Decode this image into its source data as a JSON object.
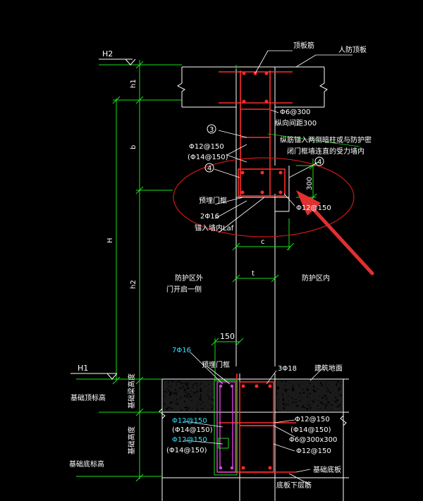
{
  "labels": {
    "H2": "H2",
    "H1": "H1",
    "top_plate": "顶板筋",
    "civil_defense_top": "人防顶板",
    "h1": "h1",
    "b": "b",
    "H": "H",
    "h2": "h2",
    "c": "c",
    "t": "t",
    "dim_150": "150",
    "dim_300": "300",
    "tie_300": "Φ6@300",
    "long_spacing": "纵向间距300",
    "circle3": "3",
    "circle4": "4",
    "circle4b": "4",
    "note_anchor_1": "纵筋锚入两侧暗柱或与防护密",
    "note_anchor_2": "闭门框墙连直的受力墙内",
    "phi12_150_a": "Φ12@150",
    "phi14_150_a": "(Φ14@150)",
    "phi12_150_b": "Φ12@150",
    "embedded_frame": "预埋门框",
    "two_phi16": "2Φ16",
    "anchor_lai": "锚入墙内Laf",
    "outside_zone": "防护区外",
    "door_side": "门开启一侧",
    "inside_zone": "防护区内",
    "seven_phi16": "7Φ16",
    "embedded_frame_2": "预埋门框",
    "three_phi18": "3Φ18",
    "floor_finish": "建筑地面",
    "found_top": "基础顶标高",
    "found_top_v": "基础梁高度",
    "found_v": "基础高度",
    "found_bottom": "基础底标高",
    "phi12_150_c": "Φ12@150",
    "phi14_150_c": "(Φ14@150)",
    "phi12_150_d": "Φ12@150",
    "phi14_150_d": "(Φ14@150)",
    "phi12_150_e": "Φ12@150",
    "phi14_150_e": "(Φ14@150)",
    "phi6_300x300": "Φ6@300x300",
    "phi12_150_f": "Φ12@150",
    "slab_bottom": "基础底板",
    "slab_bottom_rebar": "底板下层筋"
  },
  "colors": {
    "green": "#18e018",
    "red": "#ff2a2a",
    "magenta": "#e040e0",
    "cyan": "#33e0ff",
    "white": "#ffffff",
    "gray": "#8a8a8a"
  }
}
